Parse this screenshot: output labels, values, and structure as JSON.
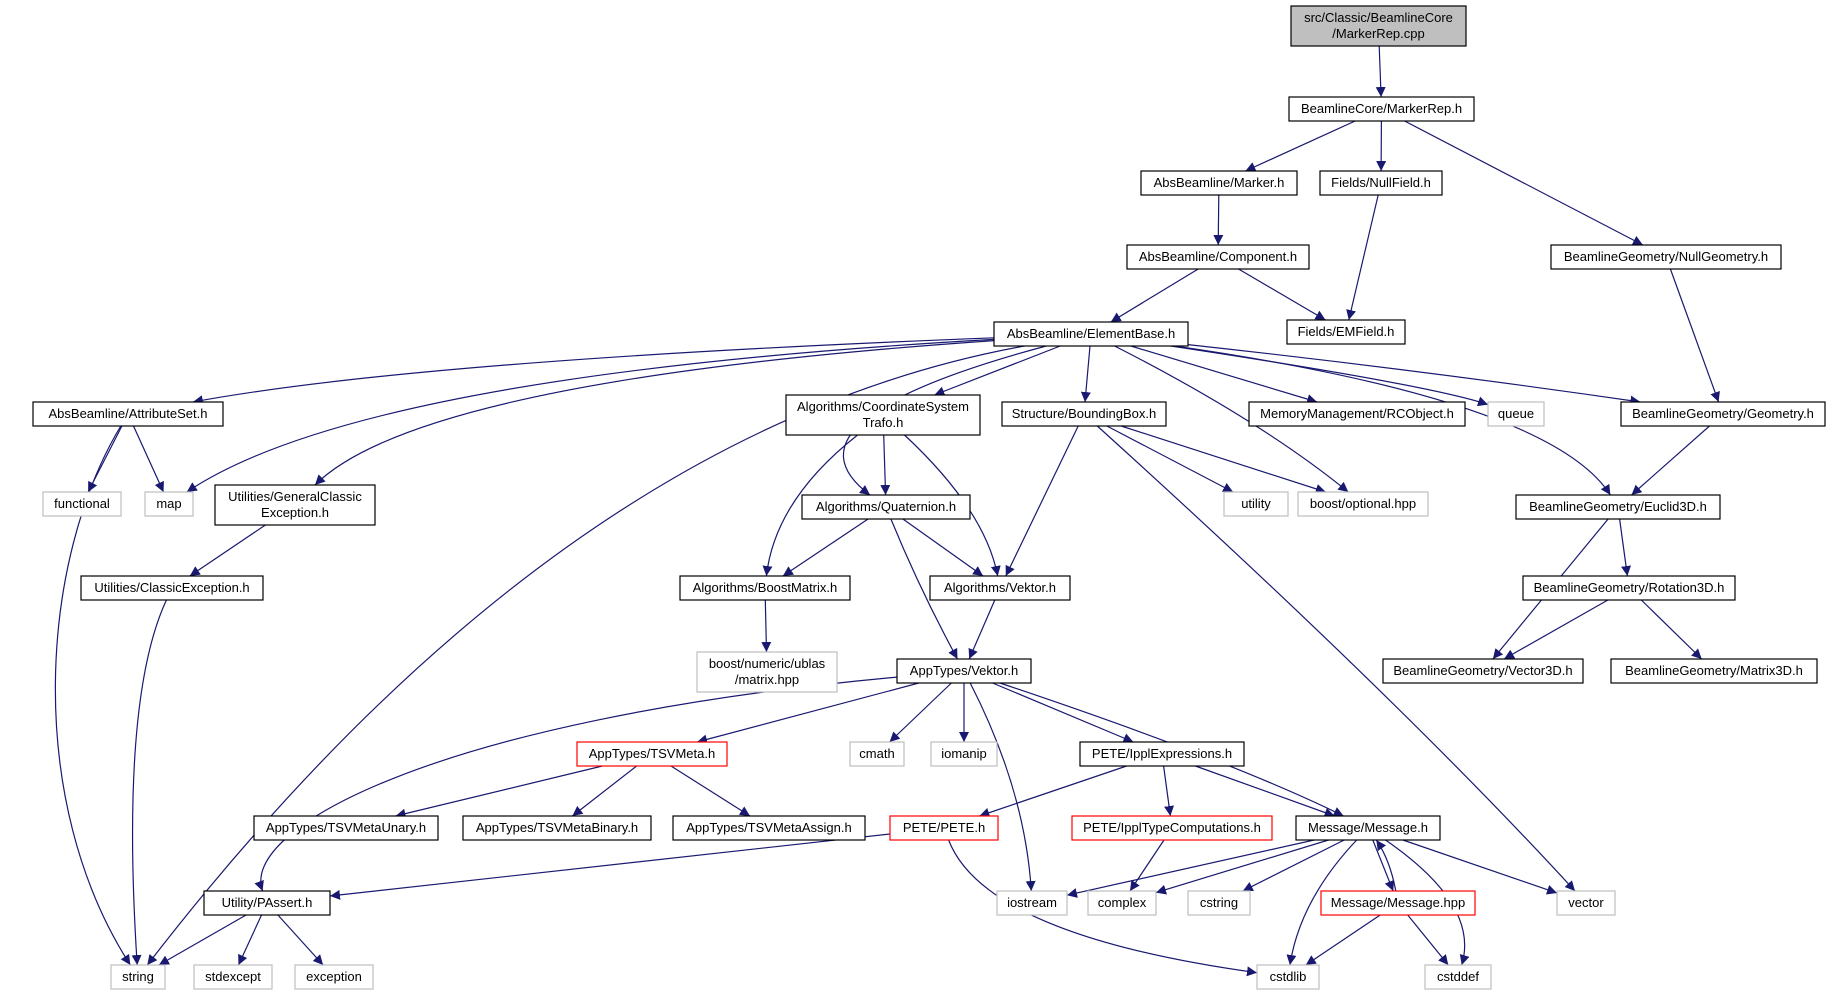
{
  "colors": {
    "edge": "#191970",
    "node_border": "#000000",
    "external_border": "#bfbfbf",
    "incomplete_border": "#ff0000",
    "root_fill": "#bfbfbf",
    "node_fill": "#ffffff"
  },
  "nodes": [
    {
      "id": "root",
      "label": [
        "src/Classic/BeamlineCore",
        "/MarkerRep.cpp"
      ],
      "kind": "root"
    },
    {
      "id": "markerrep_h",
      "label": [
        "BeamlineCore/MarkerRep.h"
      ],
      "kind": "normal"
    },
    {
      "id": "marker_h",
      "label": [
        "AbsBeamline/Marker.h"
      ],
      "kind": "normal"
    },
    {
      "id": "nullfield_h",
      "label": [
        "Fields/NullField.h"
      ],
      "kind": "normal"
    },
    {
      "id": "nullgeometry_h",
      "label": [
        "BeamlineGeometry/NullGeometry.h"
      ],
      "kind": "normal"
    },
    {
      "id": "component_h",
      "label": [
        "AbsBeamline/Component.h"
      ],
      "kind": "normal"
    },
    {
      "id": "elementbase_h",
      "label": [
        "AbsBeamline/ElementBase.h"
      ],
      "kind": "normal"
    },
    {
      "id": "emfield_h",
      "label": [
        "Fields/EMField.h"
      ],
      "kind": "normal"
    },
    {
      "id": "attributeset_h",
      "label": [
        "AbsBeamline/AttributeSet.h"
      ],
      "kind": "normal"
    },
    {
      "id": "coordtrafo_h",
      "label": [
        "Algorithms/CoordinateSystem",
        "Trafo.h"
      ],
      "kind": "normal"
    },
    {
      "id": "boundingbox_h",
      "label": [
        "Structure/BoundingBox.h"
      ],
      "kind": "normal"
    },
    {
      "id": "rcobject_h",
      "label": [
        "MemoryManagement/RCObject.h"
      ],
      "kind": "normal"
    },
    {
      "id": "queue",
      "label": [
        "queue"
      ],
      "kind": "external"
    },
    {
      "id": "geometry_h",
      "label": [
        "BeamlineGeometry/Geometry.h"
      ],
      "kind": "normal"
    },
    {
      "id": "functional",
      "label": [
        "functional"
      ],
      "kind": "external"
    },
    {
      "id": "map",
      "label": [
        "map"
      ],
      "kind": "external"
    },
    {
      "id": "generalclassic_h",
      "label": [
        "Utilities/GeneralClassic",
        "Exception.h"
      ],
      "kind": "normal"
    },
    {
      "id": "quaternion_h",
      "label": [
        "Algorithms/Quaternion.h"
      ],
      "kind": "normal"
    },
    {
      "id": "utility",
      "label": [
        "utility"
      ],
      "kind": "external"
    },
    {
      "id": "boost_optional",
      "label": [
        "boost/optional.hpp"
      ],
      "kind": "external"
    },
    {
      "id": "euclid3d_h",
      "label": [
        "BeamlineGeometry/Euclid3D.h"
      ],
      "kind": "normal"
    },
    {
      "id": "classicexception_h",
      "label": [
        "Utilities/ClassicException.h"
      ],
      "kind": "normal"
    },
    {
      "id": "boostmatrix_h",
      "label": [
        "Algorithms/BoostMatrix.h"
      ],
      "kind": "normal"
    },
    {
      "id": "alg_vektor_h",
      "label": [
        "Algorithms/Vektor.h"
      ],
      "kind": "normal"
    },
    {
      "id": "rotation3d_h",
      "label": [
        "BeamlineGeometry/Rotation3D.h"
      ],
      "kind": "normal"
    },
    {
      "id": "boost_ublas_matrix",
      "label": [
        "boost/numeric/ublas",
        "/matrix.hpp"
      ],
      "kind": "external"
    },
    {
      "id": "app_vektor_h",
      "label": [
        "AppTypes/Vektor.h"
      ],
      "kind": "normal"
    },
    {
      "id": "vector3d_h",
      "label": [
        "BeamlineGeometry/Vector3D.h"
      ],
      "kind": "normal"
    },
    {
      "id": "matrix3d_h",
      "label": [
        "BeamlineGeometry/Matrix3D.h"
      ],
      "kind": "normal"
    },
    {
      "id": "tsvmeta_h",
      "label": [
        "AppTypes/TSVMeta.h"
      ],
      "kind": "incomplete"
    },
    {
      "id": "cmath",
      "label": [
        "cmath"
      ],
      "kind": "external"
    },
    {
      "id": "iomanip",
      "label": [
        "iomanip"
      ],
      "kind": "external"
    },
    {
      "id": "ipplexpressions_h",
      "label": [
        "PETE/IpplExpressions.h"
      ],
      "kind": "normal"
    },
    {
      "id": "tsvmetaunary_h",
      "label": [
        "AppTypes/TSVMetaUnary.h"
      ],
      "kind": "normal"
    },
    {
      "id": "tsvmetabinary_h",
      "label": [
        "AppTypes/TSVMetaBinary.h"
      ],
      "kind": "normal"
    },
    {
      "id": "tsvmetaassign_h",
      "label": [
        "AppTypes/TSVMetaAssign.h"
      ],
      "kind": "normal"
    },
    {
      "id": "pete_h",
      "label": [
        "PETE/PETE.h"
      ],
      "kind": "incomplete"
    },
    {
      "id": "ippltypecomp_h",
      "label": [
        "PETE/IpplTypeComputations.h"
      ],
      "kind": "incomplete"
    },
    {
      "id": "message_h",
      "label": [
        "Message/Message.h"
      ],
      "kind": "normal"
    },
    {
      "id": "passert_h",
      "label": [
        "Utility/PAssert.h"
      ],
      "kind": "normal"
    },
    {
      "id": "iostream",
      "label": [
        "iostream"
      ],
      "kind": "external"
    },
    {
      "id": "complex",
      "label": [
        "complex"
      ],
      "kind": "external"
    },
    {
      "id": "cstring",
      "label": [
        "cstring"
      ],
      "kind": "external"
    },
    {
      "id": "message_hpp",
      "label": [
        "Message/Message.hpp"
      ],
      "kind": "incomplete"
    },
    {
      "id": "vector",
      "label": [
        "vector"
      ],
      "kind": "external"
    },
    {
      "id": "string",
      "label": [
        "string"
      ],
      "kind": "external"
    },
    {
      "id": "stdexcept",
      "label": [
        "stdexcept"
      ],
      "kind": "external"
    },
    {
      "id": "exception",
      "label": [
        "exception"
      ],
      "kind": "external"
    },
    {
      "id": "cstdlib",
      "label": [
        "cstdlib"
      ],
      "kind": "external"
    },
    {
      "id": "cstddef",
      "label": [
        "cstddef"
      ],
      "kind": "external"
    }
  ],
  "edges": [
    [
      "root",
      "markerrep_h"
    ],
    [
      "markerrep_h",
      "marker_h"
    ],
    [
      "markerrep_h",
      "nullfield_h"
    ],
    [
      "markerrep_h",
      "nullgeometry_h"
    ],
    [
      "marker_h",
      "component_h"
    ],
    [
      "nullfield_h",
      "emfield_h"
    ],
    [
      "nullgeometry_h",
      "geometry_h"
    ],
    [
      "component_h",
      "elementbase_h"
    ],
    [
      "component_h",
      "emfield_h"
    ],
    [
      "elementbase_h",
      "attributeset_h"
    ],
    [
      "elementbase_h",
      "map"
    ],
    [
      "elementbase_h",
      "generalclassic_h"
    ],
    [
      "elementbase_h",
      "string"
    ],
    [
      "elementbase_h",
      "quaternion_h"
    ],
    [
      "elementbase_h",
      "coordtrafo_h"
    ],
    [
      "elementbase_h",
      "boundingbox_h"
    ],
    [
      "elementbase_h",
      "boost_optional"
    ],
    [
      "elementbase_h",
      "rcobject_h"
    ],
    [
      "elementbase_h",
      "queue"
    ],
    [
      "elementbase_h",
      "geometry_h"
    ],
    [
      "elementbase_h",
      "euclid3d_h"
    ],
    [
      "attributeset_h",
      "functional"
    ],
    [
      "attributeset_h",
      "map"
    ],
    [
      "attributeset_h",
      "string"
    ],
    [
      "generalclassic_h",
      "classicexception_h"
    ],
    [
      "classicexception_h",
      "string"
    ],
    [
      "coordtrafo_h",
      "quaternion_h"
    ],
    [
      "coordtrafo_h",
      "boostmatrix_h"
    ],
    [
      "coordtrafo_h",
      "alg_vektor_h"
    ],
    [
      "quaternion_h",
      "boostmatrix_h"
    ],
    [
      "quaternion_h",
      "alg_vektor_h"
    ],
    [
      "quaternion_h",
      "app_vektor_h"
    ],
    [
      "boundingbox_h",
      "alg_vektor_h"
    ],
    [
      "boundingbox_h",
      "utility"
    ],
    [
      "boundingbox_h",
      "boost_optional"
    ],
    [
      "boundingbox_h",
      "vector"
    ],
    [
      "boostmatrix_h",
      "boost_ublas_matrix"
    ],
    [
      "alg_vektor_h",
      "app_vektor_h"
    ],
    [
      "geometry_h",
      "euclid3d_h"
    ],
    [
      "euclid3d_h",
      "vector3d_h"
    ],
    [
      "euclid3d_h",
      "rotation3d_h"
    ],
    [
      "rotation3d_h",
      "vector3d_h"
    ],
    [
      "rotation3d_h",
      "matrix3d_h"
    ],
    [
      "app_vektor_h",
      "tsvmeta_h"
    ],
    [
      "app_vektor_h",
      "cmath"
    ],
    [
      "app_vektor_h",
      "iomanip"
    ],
    [
      "app_vektor_h",
      "iostream"
    ],
    [
      "app_vektor_h",
      "ipplexpressions_h"
    ],
    [
      "app_vektor_h",
      "message_h"
    ],
    [
      "app_vektor_h",
      "passert_h"
    ],
    [
      "tsvmeta_h",
      "tsvmetaunary_h"
    ],
    [
      "tsvmeta_h",
      "tsvmetabinary_h"
    ],
    [
      "tsvmeta_h",
      "tsvmetaassign_h"
    ],
    [
      "ipplexpressions_h",
      "pete_h"
    ],
    [
      "ipplexpressions_h",
      "ippltypecomp_h"
    ],
    [
      "ipplexpressions_h",
      "message_h"
    ],
    [
      "pete_h",
      "passert_h"
    ],
    [
      "pete_h",
      "cstdlib"
    ],
    [
      "ippltypecomp_h",
      "complex"
    ],
    [
      "message_h",
      "iostream"
    ],
    [
      "message_h",
      "complex"
    ],
    [
      "message_h",
      "cstring"
    ],
    [
      "message_h",
      "message_hpp"
    ],
    [
      "message_h",
      "vector"
    ],
    [
      "message_h",
      "cstdlib"
    ],
    [
      "message_h",
      "cstddef"
    ],
    [
      "message_hpp",
      "message_h"
    ],
    [
      "message_hpp",
      "cstdlib"
    ],
    [
      "message_hpp",
      "cstddef"
    ],
    [
      "passert_h",
      "string"
    ],
    [
      "passert_h",
      "stdexcept"
    ],
    [
      "passert_h",
      "exception"
    ]
  ]
}
